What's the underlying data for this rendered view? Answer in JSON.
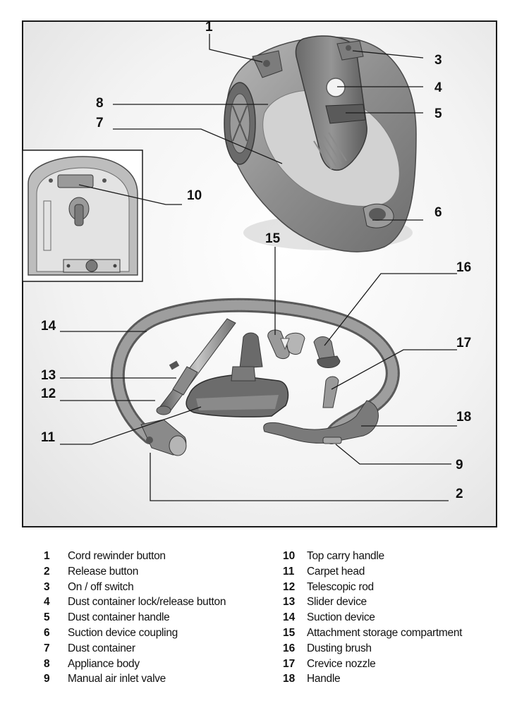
{
  "callouts": [
    {
      "num": "1"
    },
    {
      "num": "2"
    },
    {
      "num": "3"
    },
    {
      "num": "4"
    },
    {
      "num": "5"
    },
    {
      "num": "6"
    },
    {
      "num": "7"
    },
    {
      "num": "8"
    },
    {
      "num": "9"
    },
    {
      "num": "10"
    },
    {
      "num": "11"
    },
    {
      "num": "12"
    },
    {
      "num": "13"
    },
    {
      "num": "14"
    },
    {
      "num": "15"
    },
    {
      "num": "16"
    },
    {
      "num": "17"
    },
    {
      "num": "18"
    }
  ],
  "legend": [
    {
      "num": "1",
      "label": "Cord rewinder button"
    },
    {
      "num": "2",
      "label": "Release button"
    },
    {
      "num": "3",
      "label": "On / off switch"
    },
    {
      "num": "4",
      "label": "Dust container lock/release button"
    },
    {
      "num": "5",
      "label": "Dust container handle"
    },
    {
      "num": "6",
      "label": "Suction device coupling"
    },
    {
      "num": "7",
      "label": "Dust container"
    },
    {
      "num": "8",
      "label": "Appliance body"
    },
    {
      "num": "9",
      "label": "Manual air inlet valve"
    },
    {
      "num": "10",
      "label": "Top carry handle"
    },
    {
      "num": "11",
      "label": "Carpet head"
    },
    {
      "num": "12",
      "label": "Telescopic rod"
    },
    {
      "num": "13",
      "label": "Slider device"
    },
    {
      "num": "14",
      "label": "Suction device"
    },
    {
      "num": "15",
      "label": "Attachment storage compartment"
    },
    {
      "num": "16",
      "label": "Dusting brush"
    },
    {
      "num": "17",
      "label": "Crevice nozzle"
    },
    {
      "num": "18",
      "label": "Handle"
    }
  ],
  "colors": {
    "frame": "#1a1a1a",
    "body_dark": "#8a8a8a",
    "body_light": "#c9c9c9",
    "body_mid": "#a9a9a9",
    "hose": "#7a7a7a"
  }
}
